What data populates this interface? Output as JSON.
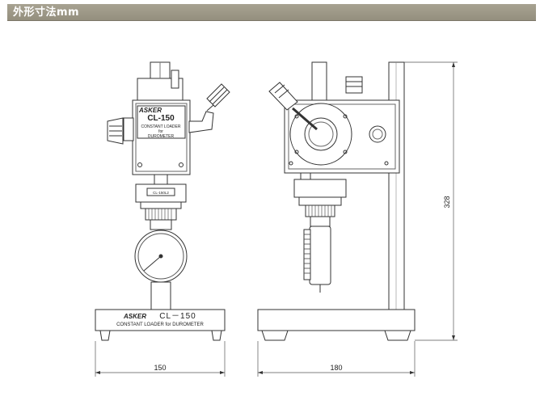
{
  "header": {
    "title": "外形寸法mm",
    "background_color": "#a09b8a"
  },
  "front_view": {
    "brand": "ASKER",
    "model": "CL-150",
    "panel_line1": "CONSTANT LOADER",
    "panel_line2": "for",
    "panel_line3": "DUROMETER",
    "adapter_label": "CL-150L2",
    "base_model": "CL－150",
    "base_caption": "CONSTANT LOADER for DUROMETER",
    "width_dimension": "150"
  },
  "side_view": {
    "width_dimension": "180",
    "height_dimension": "328"
  }
}
